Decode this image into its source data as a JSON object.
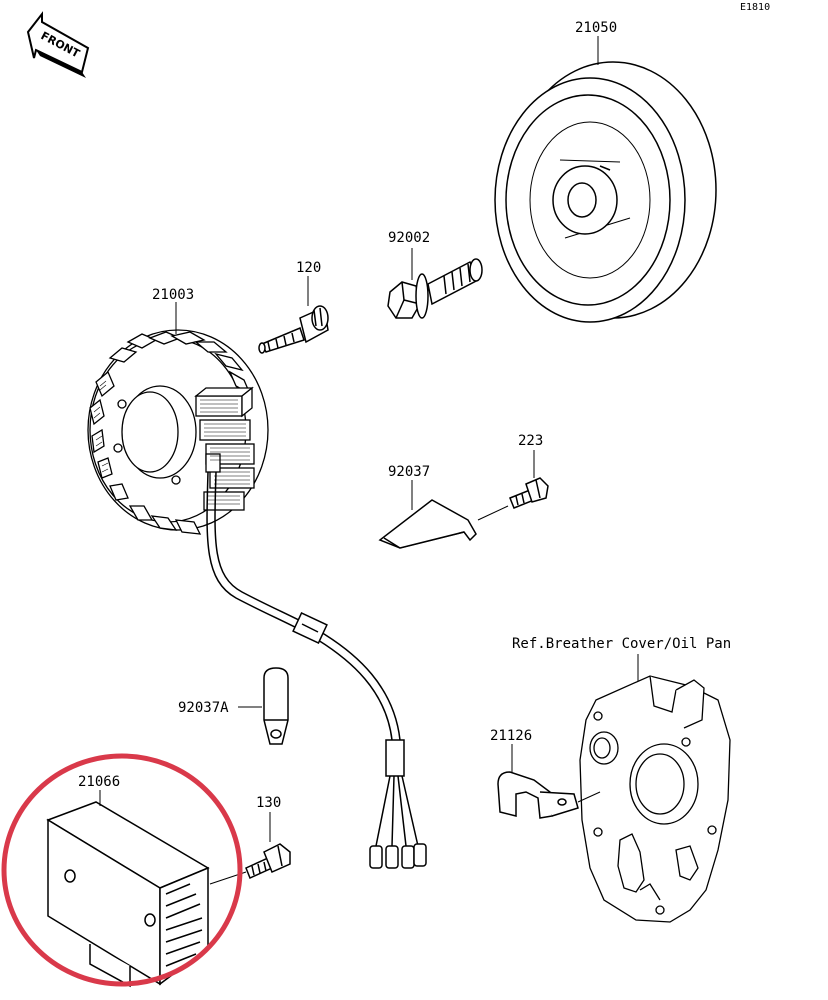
{
  "diagram": {
    "code": "E1810",
    "front_text": "FRONT",
    "highlight_color": "#d9394a",
    "line_color": "#000000",
    "parts": {
      "flywheel": "21050",
      "bolt_flywheel": "92002",
      "bolt_stator": "120",
      "stator": "21003",
      "bolt_clamp": "223",
      "clamp": "92037",
      "ref_note": "Ref.Breather Cover/Oil Pan",
      "clamp_a": "92037A",
      "bracket": "21126",
      "regulator": "21066",
      "bolt_regulator": "130"
    }
  }
}
